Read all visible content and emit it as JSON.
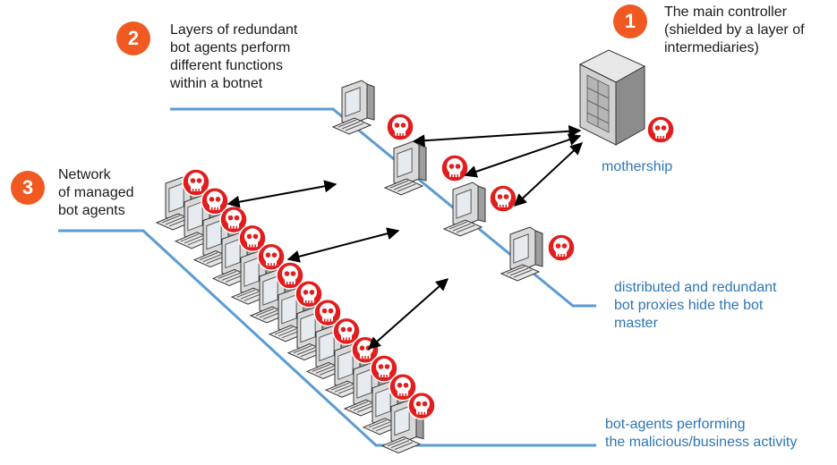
{
  "callouts": [
    {
      "number": "1",
      "text": "The main controller\n(shielded by a layer of\nintermediaries)"
    },
    {
      "number": "2",
      "text": "Layers of redundant\nbot agents perform\ndifferent functions\nwithin a botnet"
    },
    {
      "number": "3",
      "text": "Network\nof managed\nbot agents"
    }
  ],
  "labels": {
    "mothership": "mothership",
    "proxies": "distributed and redundant\nbot proxies hide the bot\nmaster",
    "agents": "bot-agents performing\nthe malicious/business activity"
  },
  "colors": {
    "badge": "#f05a22",
    "line": "#5b9bd5",
    "label_blue": "#2e75b6",
    "skull_red": "#e21d1d",
    "arrow": "#000000"
  },
  "icons": [
    "mothership-server-icon",
    "proxy-computer-icon",
    "bot-agent-computer-icon",
    "skull-badge-icon",
    "bidirectional-arrow-icon"
  ]
}
